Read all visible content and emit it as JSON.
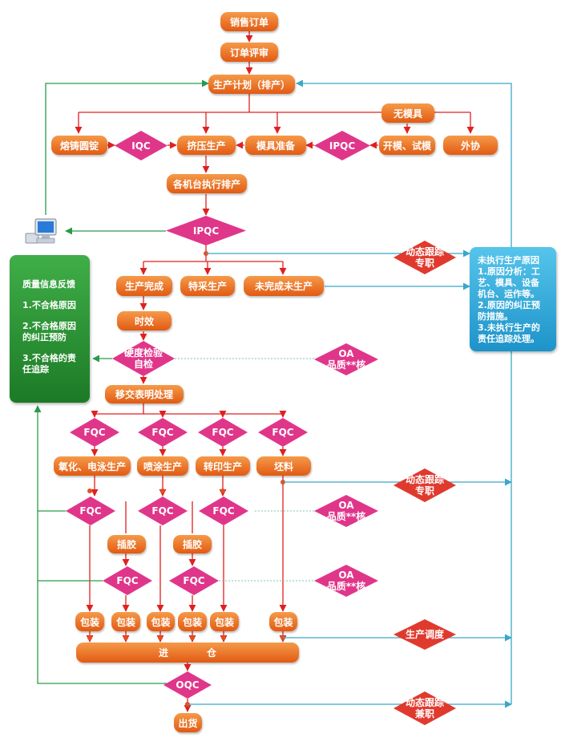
{
  "nodes": {
    "sales_order": "销售订单",
    "order_review": "订单评审",
    "production_plan": "生产计划（排产）",
    "no_mold": "无模具",
    "casting": "熔铸圆锭",
    "iqc": "IQC",
    "extrusion": "挤压生产",
    "mold_prep": "模具准备",
    "ipqc_top": "IPQC",
    "mold_trial": "开模、试模",
    "outsource": "外协",
    "machine_schedule": "各机台执行排产",
    "ipqc_main": "IPQC",
    "prod_complete": "生产完成",
    "special_prod": "特采生产",
    "incomplete_prod": "未完成未生产",
    "aging": "时效",
    "hardness_line1": "硬度检验",
    "hardness_line2": "自检",
    "surface_treat": "移交表明处理",
    "fqc": "FQC",
    "oxidation": "氧化、电泳生产",
    "spraying": "喷涂生产",
    "transfer_print": "转印生产",
    "blank": "坯料",
    "plug": "插胶",
    "pack": "包装",
    "warehouse": "进　　　　仓",
    "oqc": "OQC",
    "shipping": "出货"
  },
  "side": {
    "dyn_track": "动态跟踪",
    "specialist": "专职",
    "part_time": "兼职",
    "oa": "OA",
    "oa_quality": "品质**核",
    "prod_dispatch": "生产调度"
  },
  "feedback_panel": {
    "title": "质量信息反馈",
    "item1": "1.不合格原因",
    "item2a": "2.不合格原因",
    "item2b": "的纠正预防",
    "item3a": "3.不合格的责",
    "item3b": "任追踪"
  },
  "reason_panel": {
    "line1": "未执行生产原因",
    "line2": "1.原因分析：工",
    "line3": "艺、模具、设备",
    "line4": "机台、运作等。",
    "line5": "2.原因的纠正预",
    "line6": "防措施。",
    "line7": "3.未执行生产的",
    "line8": "责任追踪处理。"
  },
  "colors": {
    "node_orange": "#ee7424",
    "diamond_pink": "#e0368a",
    "side_red": "#e03a2e",
    "arrow_red": "#e02020",
    "arrow_green": "#2a9a4a",
    "arrow_blue": "#3aa8c8",
    "panel_green": "#2a9638",
    "panel_blue": "#31aee0"
  },
  "icons": {
    "computer": "computer-monitor-icon"
  }
}
